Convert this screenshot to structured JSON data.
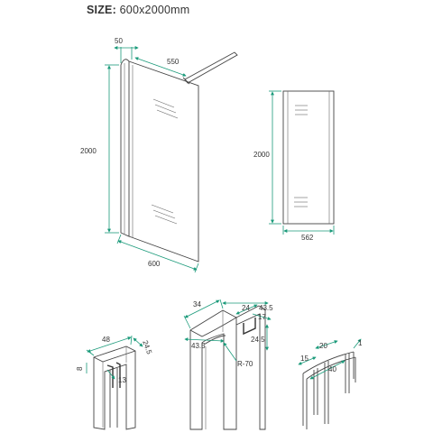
{
  "title": {
    "prefix": "SIZE:",
    "value": "600x2000mm"
  },
  "panel": {
    "dim_top_small": "50",
    "dim_bar": "550",
    "dim_height": "2000",
    "dim_width": "600"
  },
  "side_view": {
    "dim_height": "2000",
    "dim_width": "562"
  },
  "profile_left": {
    "dim_a": "48",
    "dim_b": "24.5",
    "dim_c": "8",
    "dim_d": "13"
  },
  "profile_middle": {
    "dim_a": "34",
    "dim_b": "24",
    "dim_c": "43.5",
    "dim_d": "17",
    "dim_e": "24.5",
    "dim_f": "43.5",
    "dim_radius": "R-70"
  },
  "profile_right": {
    "dim_a": "15",
    "dim_b": "20",
    "dim_c": "1",
    "dim_d": "40"
  },
  "colors": {
    "dimension_line": "#1a9a7a",
    "outline": "#444444"
  }
}
